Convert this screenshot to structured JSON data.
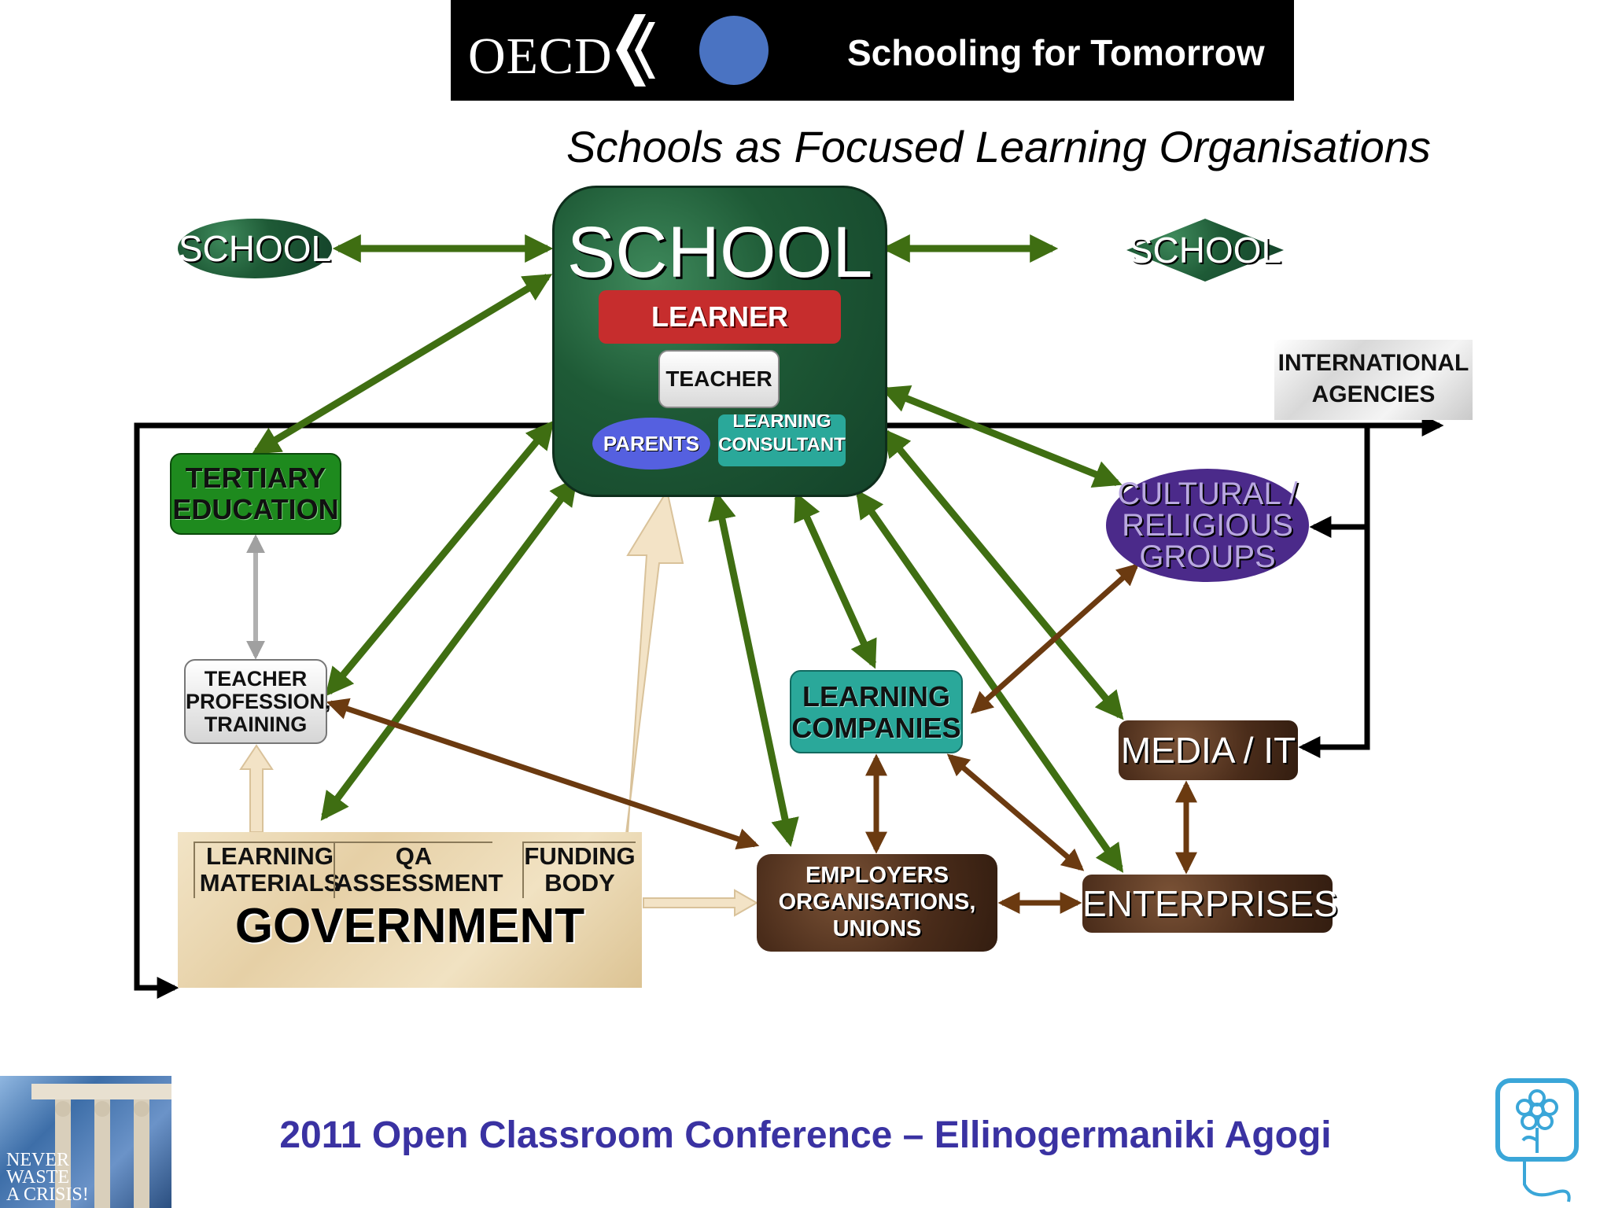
{
  "header": {
    "logo_text": "OECD",
    "tagline": "Schooling for Tomorrow",
    "colors": {
      "bar": "#000000",
      "dot": "#4a73c2"
    }
  },
  "subtitle": "Schools as Focused Learning Organisations",
  "diagram": {
    "school_main": {
      "title": "SCHOOL",
      "learner": "LEARNER",
      "teacher": "TEACHER",
      "parents": "PARENTS",
      "learning_consultant": [
        "LEARNING",
        "CONSULTANT"
      ]
    },
    "school_left": "SCHOOL",
    "school_right": "SCHOOL",
    "international_agencies": [
      "INTERNATIONAL",
      "AGENCIES"
    ],
    "tertiary_education": [
      "TERTIARY",
      "EDUCATION"
    ],
    "cultural_religious_groups": [
      "CULTURAL /",
      "RELIGIOUS",
      "GROUPS"
    ],
    "teacher_profession": [
      "TEACHER",
      "PROFESSION,",
      "TRAINING"
    ],
    "learning_companies": [
      "LEARNING",
      "COMPANIES"
    ],
    "media_it": "MEDIA / IT",
    "government": {
      "learning_materials": [
        "LEARNING",
        "MATERIALS"
      ],
      "qa_assessment": [
        "QA",
        "ASSESSMENT"
      ],
      "funding_body": [
        "FUNDING",
        "BODY"
      ],
      "title": "GOVERNMENT"
    },
    "employers": [
      "EMPLOYERS",
      "ORGANISATIONS,",
      "UNIONS"
    ],
    "enterprises": "ENTERPRISES",
    "colors": {
      "green_arrow": "#3f6e12",
      "brown_arrow": "#6b3a10",
      "cream_arrow": "#f2e0c0",
      "grey_arrow": "#b0b0b0",
      "black_line": "#000000",
      "learner": "#c62d2d",
      "parents": "#5560e0",
      "teal": "#2aa89a",
      "tertiary": "#1e8a1e",
      "cultural": "#4b2a8a"
    }
  },
  "footer": {
    "title": "2011 Open Classroom Conference – Ellinogermaniki Agogi",
    "left_logo_text": [
      "NEVER",
      "WASTE",
      "A CRISIS!"
    ],
    "left_logo_icon": "caryatids-image",
    "right_logo_icon": "flower-monitor-icon",
    "title_color": "#3a32a2"
  }
}
